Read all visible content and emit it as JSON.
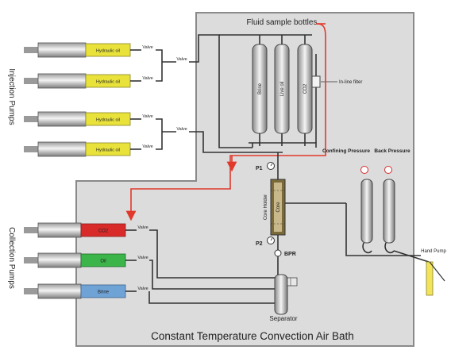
{
  "side_labels": {
    "injection": "Injection Pumps",
    "collection": "Collection Pumps"
  },
  "injection_pumps": [
    {
      "fluid": "Hydraulic oil",
      "valve": "Valve",
      "color": "#e8e23a"
    },
    {
      "fluid": "Hydraulic oil",
      "valve": "Valve",
      "color": "#e8e23a"
    },
    {
      "fluid": "Hydraulic oil",
      "valve": "Valve",
      "color": "#e8e23a"
    },
    {
      "fluid": "Hydraulic oil",
      "valve": "Valve",
      "color": "#e8e23a"
    }
  ],
  "collection_pumps": [
    {
      "fluid": "CO2",
      "valve": "Valve",
      "color": "#d92a2a"
    },
    {
      "fluid": "Oil",
      "valve": "Valve",
      "color": "#3bb54a"
    },
    {
      "fluid": "Brine",
      "valve": "Valve",
      "color": "#6fa3d6"
    }
  ],
  "merge_valves": [
    "Valve",
    "Valve"
  ],
  "bottles": {
    "title": "Fluid sample bottles",
    "items": [
      "Brine",
      "Live oil",
      "CO2"
    ],
    "filter_label": "In-line filter"
  },
  "gauges": [
    "P1",
    "P2"
  ],
  "core_holder": {
    "label": "Core Holder",
    "core": "Core"
  },
  "bpr": "BPR",
  "confining_pressure": "Confining Pressure",
  "back_pressure": "Back Pressure",
  "hand_pump": "Hand Pump",
  "separator": "Separator",
  "bath_title": "Constant Temperature Convection Air Bath",
  "colors": {
    "bath_fill": "#dcdcdc",
    "bath_border": "#8a8a8a",
    "pipe": "#333333",
    "flow_red": "#e0392b",
    "hand_pump": "#f2e35a"
  }
}
